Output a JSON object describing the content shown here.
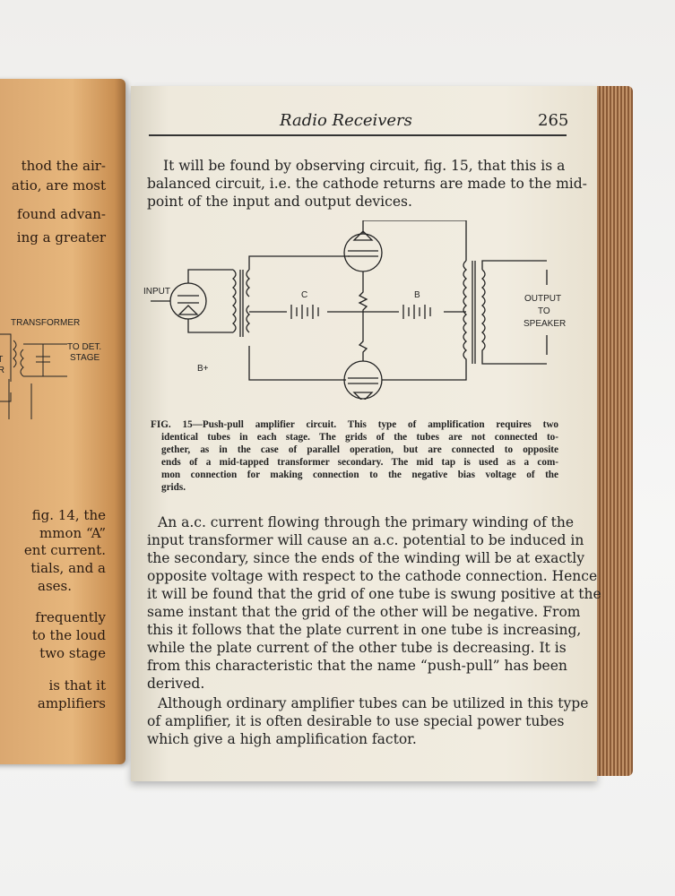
{
  "left_page": {
    "lines_top": [
      "thod the air-",
      "atio, are most",
      "found advan-",
      "ing a greater"
    ],
    "figure_labels": {
      "transformer": "TRANSFORMER",
      "to_det": "TO DET.",
      "stage": "STAGE",
      "nt": "NT",
      "or": "OR"
    },
    "lines_mid": [
      "fig. 14, the",
      "mmon “A”",
      "ent current.",
      "tials, and a",
      "ases."
    ],
    "lines_low": [
      "frequently",
      "to the loud",
      "two stage"
    ],
    "lines_bottom": [
      "is that it",
      "amplifiers"
    ]
  },
  "right_page": {
    "header_title": "Radio Receivers",
    "page_number": "265",
    "intro": [
      "It will be found by observing circuit, fig. 15, that this is a",
      "balanced circuit, i.e. the cathode returns are made to the mid-",
      "point of the input and output devices."
    ],
    "diagram": {
      "input": "INPUT",
      "c": "C",
      "b": "B",
      "bplus": "B+",
      "output": "OUTPUT",
      "to": "TO",
      "speaker": "SPEAKER"
    },
    "caption": [
      "FIG. 15—Push-pull amplifier circuit. This type of amplification requires two",
      "identical tubes in each stage. The grids of the tubes are not connected to-",
      "gether, as in the case of parallel operation, but are connected to opposite",
      "ends of a mid-tapped transformer secondary. The mid tap is used as a com-",
      "mon connection for making connection to the negative bias voltage of the",
      "grids."
    ],
    "paragraph1": [
      "An a.c. current flowing through the primary winding of the",
      "input transformer will cause an a.c. potential to be induced in",
      "the secondary, since the ends of the winding will be at exactly",
      "opposite voltage with respect to the cathode connection. Hence",
      "it will be found that the grid of one tube is swung positive at the",
      "same instant that the grid of the other will be negative. From",
      "this it follows that the plate current in one tube is increasing,",
      "while the plate current of the other tube is decreasing. It is",
      "from this characteristic that the name “push-pull” has been",
      "derived."
    ],
    "paragraph2": [
      "Although ordinary amplifier tubes can be utilized in this type",
      "of amplifier, it is often desirable to use special power tubes",
      "which give a high amplification factor."
    ]
  }
}
